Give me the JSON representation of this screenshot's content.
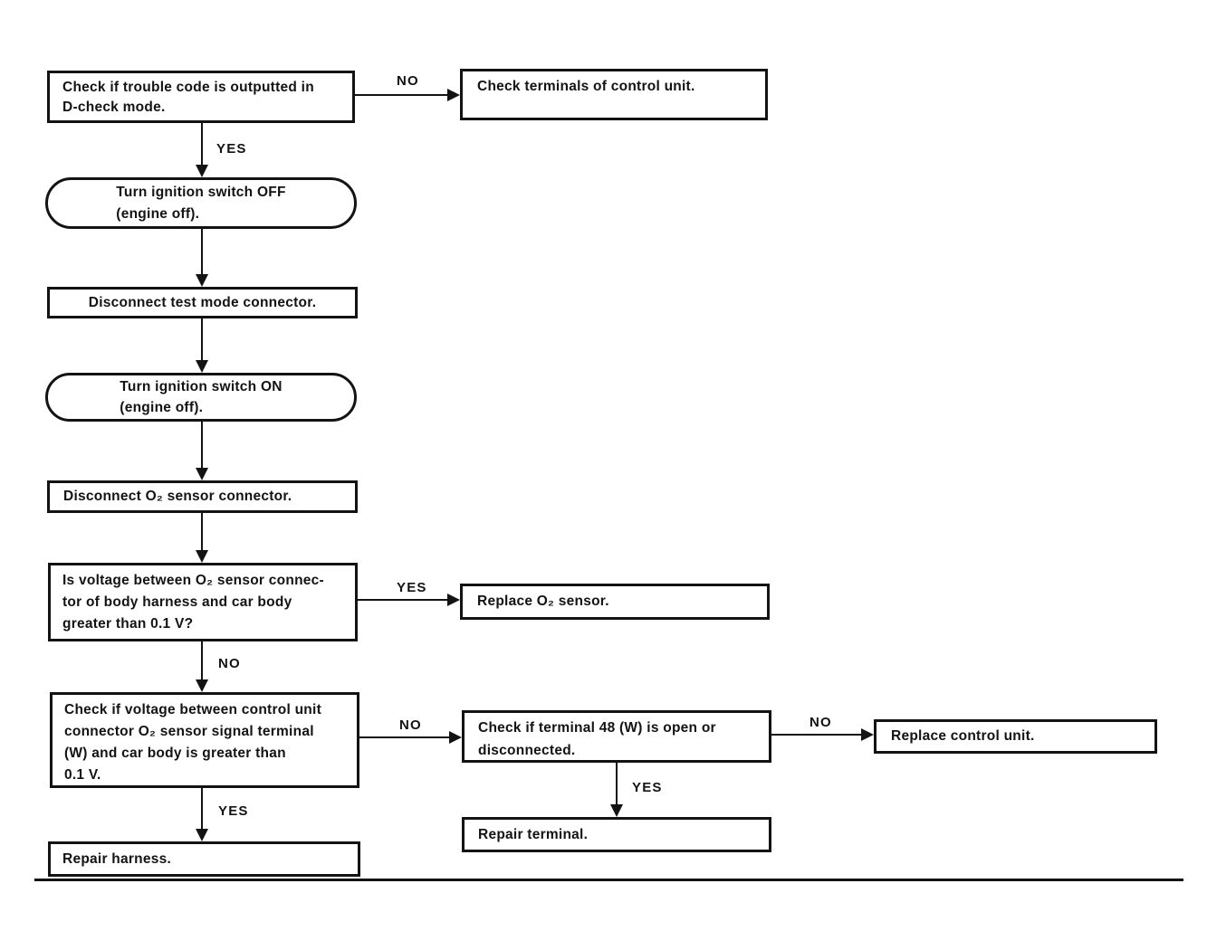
{
  "nodes": {
    "check_trouble_code": {
      "shape": "rect",
      "lines": [
        "Check if trouble code is outputted in",
        "D-check mode."
      ]
    },
    "check_terminals": {
      "shape": "rect",
      "lines": [
        "Check terminals of control unit."
      ]
    },
    "ignition_off": {
      "shape": "stadium",
      "lines": [
        "Turn ignition switch OFF",
        "(engine off)."
      ]
    },
    "disconnect_test_mode": {
      "shape": "rect",
      "lines": [
        "Disconnect test mode connector."
      ]
    },
    "ignition_on": {
      "shape": "stadium",
      "lines": [
        "Turn ignition switch ON",
        "(engine off)."
      ]
    },
    "disconnect_o2": {
      "shape": "rect",
      "lines": [
        "Disconnect O₂ sensor connector."
      ]
    },
    "voltage_o2": {
      "shape": "rect",
      "lines": [
        "Is voltage between O₂ sensor connec-",
        "tor of body harness and car body",
        "greater than 0.1 V?"
      ]
    },
    "replace_o2": {
      "shape": "rect",
      "lines": [
        "Replace O₂ sensor."
      ]
    },
    "voltage_cu": {
      "shape": "rect",
      "lines": [
        "Check if  voltage between control unit",
        "connector O₂ sensor signal terminal",
        "(W) and car body is greater than",
        "0.1 V."
      ]
    },
    "terminal_48": {
      "shape": "rect",
      "lines": [
        "Check if terminal 48 (W) is open or",
        "disconnected."
      ]
    },
    "replace_cu": {
      "shape": "rect",
      "lines": [
        "Replace control unit."
      ]
    },
    "repair_terminal": {
      "shape": "rect",
      "lines": [
        "Repair terminal."
      ]
    },
    "repair_harness": {
      "shape": "rect",
      "lines": [
        "Repair harness."
      ]
    }
  },
  "edges": {
    "trouble_code_no": "NO",
    "trouble_code_yes": "YES",
    "voltage_o2_yes": "YES",
    "voltage_o2_no": "NO",
    "voltage_cu_no": "NO",
    "voltage_cu_yes": "YES",
    "terminal_48_no": "NO",
    "terminal_48_yes": "YES"
  }
}
